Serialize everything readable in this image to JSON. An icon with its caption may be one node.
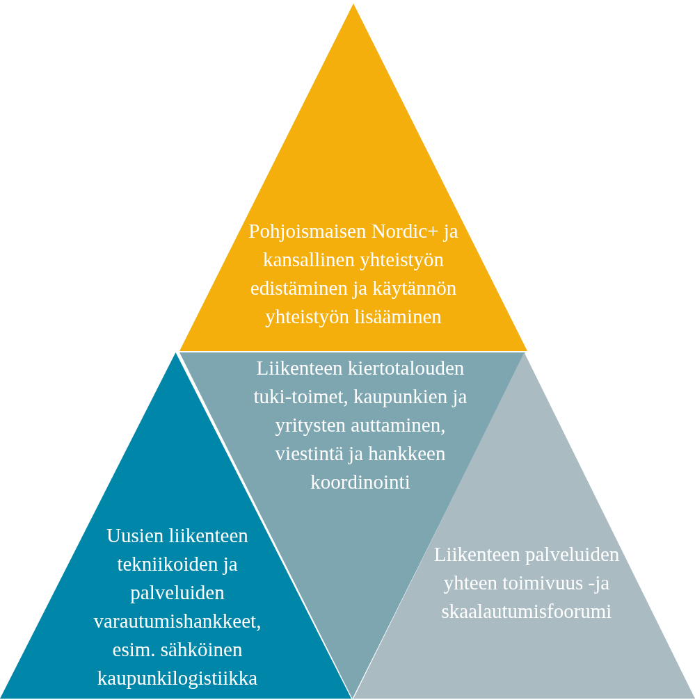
{
  "diagram": {
    "nodes": [
      {
        "text": [
          "Pohjoismaisen Nordic+ ja kansallinen yhteistyön edistäminen ja käytännön yhteistyön lisääminen"
        ]
      },
      {
        "text": [
          "Uusien liikenteen tekniikoiden ja palveluiden varautumishankkeet, esim. sähköinen kaupunkilogistiikka"
        ]
      },
      {
        "text": [
          "Liikenteen kiertotalouden tuki-toimet, kaupunkien ja yritysten auttaminen, viestintä ja hankkeen koordinointi"
        ]
      },
      {
        "text": [
          "Liikenteen palveluiden yhteen toimivuus -ja skaalautumisfoorumi"
        ]
      }
    ]
  }
}
